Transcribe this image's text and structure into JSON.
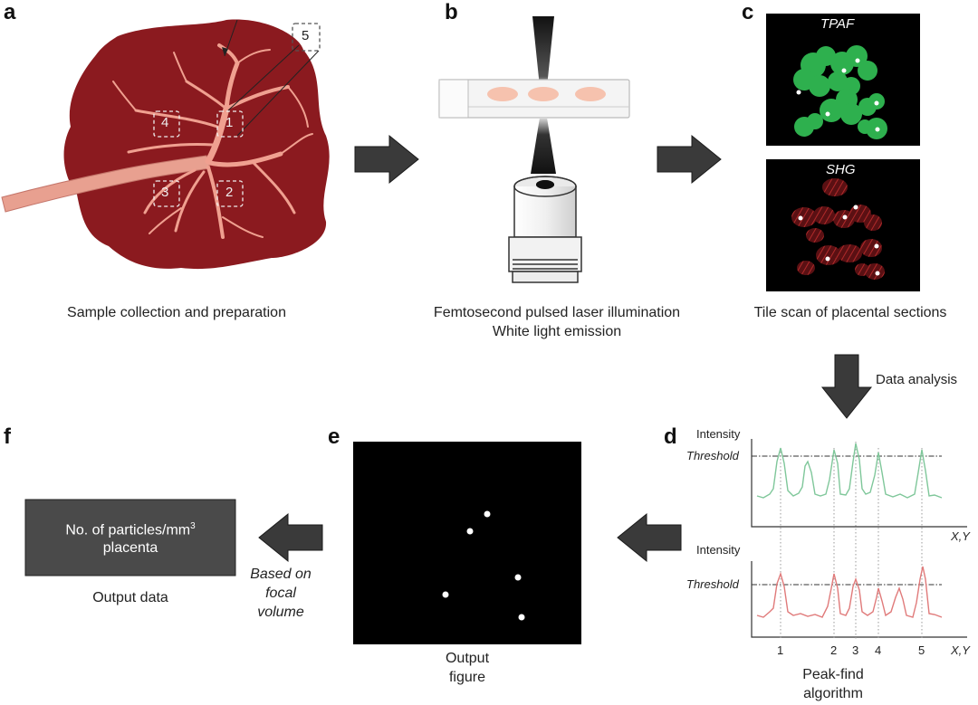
{
  "panels": {
    "a": {
      "label": "a",
      "caption": "Sample collection and preparation",
      "regions": [
        "1",
        "2",
        "3",
        "4",
        "5"
      ]
    },
    "b": {
      "label": "b",
      "caption_line1": "Femtosecond pulsed laser illumination",
      "caption_line2": "White light emission"
    },
    "c": {
      "label": "c",
      "top_title": "TPAF",
      "bottom_title": "SHG",
      "caption": "Tile scan of placental sections"
    },
    "d": {
      "label": "d",
      "step_label": "Data analysis",
      "ylabel": "Intensity",
      "threshold_label": "Threshold",
      "xlabel": "X,Y",
      "peak_labels": [
        "1",
        "2",
        "3",
        "4",
        "5"
      ],
      "caption_line1": "Peak-find",
      "caption_line2": "algorithm",
      "colors": {
        "top_trace": "#7fc79a",
        "bottom_trace": "#e07a7a"
      }
    },
    "e": {
      "label": "e",
      "caption_line1": "Output",
      "caption_line2": "figure"
    },
    "f": {
      "label": "f",
      "box_line1": "No. of particles/mm",
      "box_sup": "3",
      "box_line2": "placenta",
      "caption": "Output data",
      "note_line1": "Based on",
      "note_line2": "focal",
      "note_line3": "volume"
    }
  },
  "colors": {
    "placenta": "#8b1a1f",
    "vessel": "#f0a090",
    "tpaf": "#2eb04e",
    "shg": "#7a1418",
    "arrow": "#3a3a3a",
    "output_box": "#4a4a4a"
  }
}
